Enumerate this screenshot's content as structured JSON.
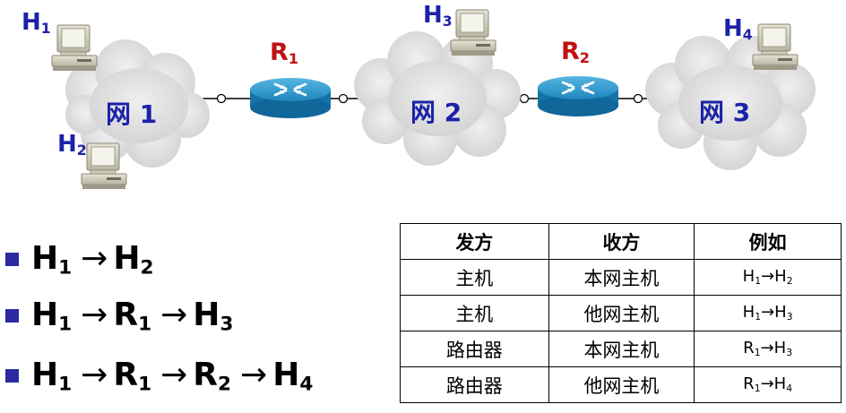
{
  "networks": [
    {
      "label": "网 1"
    },
    {
      "label": "网 2"
    },
    {
      "label": "网 3"
    }
  ],
  "hosts": [
    {
      "letter": "H",
      "sub": "1"
    },
    {
      "letter": "H",
      "sub": "2"
    },
    {
      "letter": "H",
      "sub": "3"
    },
    {
      "letter": "H",
      "sub": "4"
    }
  ],
  "routers": [
    {
      "letter": "R",
      "sub": "1"
    },
    {
      "letter": "R",
      "sub": "2"
    }
  ],
  "paths": [
    [
      {
        "l": "H",
        "s": "1"
      },
      {
        "l": "H",
        "s": "2"
      }
    ],
    [
      {
        "l": "H",
        "s": "1"
      },
      {
        "l": "R",
        "s": "1"
      },
      {
        "l": "H",
        "s": "3"
      }
    ],
    [
      {
        "l": "H",
        "s": "1"
      },
      {
        "l": "R",
        "s": "1"
      },
      {
        "l": "R",
        "s": "2"
      },
      {
        "l": "H",
        "s": "4"
      }
    ]
  ],
  "path_arrow": "→",
  "table": {
    "headers": [
      "发方",
      "收方",
      "例如"
    ],
    "rows": [
      {
        "sender": "主机",
        "receiver": "本网主机",
        "example": [
          {
            "l": "H",
            "s": "1"
          },
          {
            "l": "H",
            "s": "2"
          }
        ]
      },
      {
        "sender": "主机",
        "receiver": "他网主机",
        "example": [
          {
            "l": "H",
            "s": "1"
          },
          {
            "l": "H",
            "s": "3"
          }
        ]
      },
      {
        "sender": "路由器",
        "receiver": "本网主机",
        "example": [
          {
            "l": "R",
            "s": "1"
          },
          {
            "l": "H",
            "s": "3"
          }
        ]
      },
      {
        "sender": "路由器",
        "receiver": "他网主机",
        "example": [
          {
            "l": "R",
            "s": "1"
          },
          {
            "l": "H",
            "s": "4"
          }
        ]
      }
    ],
    "example_arrow": "→"
  },
  "colors": {
    "label_blue": "#1b22a8",
    "router_red": "#c01010",
    "router_body": "#1f8fc4",
    "cloud": "#dedede",
    "bullet": "#2b2aa0"
  }
}
